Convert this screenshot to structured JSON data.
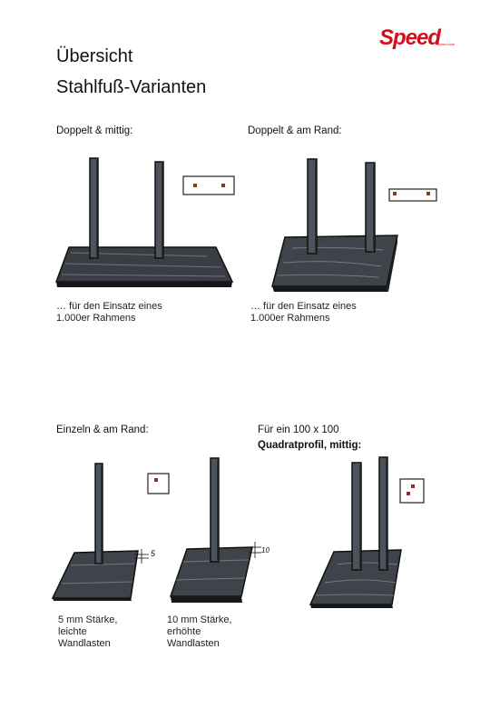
{
  "brand": {
    "name": "Speed",
    "sub": "Speed.com"
  },
  "page": {
    "title_line1": "Übersicht",
    "title_line2": "Stahlfuß-Varianten"
  },
  "variants": [
    {
      "label": "Doppelt & mittig:",
      "caption_line1": "… für den Einsatz eines",
      "caption_line2": "1.000er Rahmens"
    },
    {
      "label": "Doppelt & am Rand:",
      "caption_line1": "… für den Einsatz eines",
      "caption_line2": "1.000er Rahmens"
    },
    {
      "label": "Einzeln & am Rand:",
      "sub_a": {
        "dim": "5",
        "caption_line1": "5 mm Stärke,",
        "caption_line2": "leichte",
        "caption_line3": "Wandlasten"
      },
      "sub_b": {
        "dim": "10",
        "caption_line1": "10 mm Stärke,",
        "caption_line2": "erhöhte",
        "caption_line3": "Wandlasten"
      }
    },
    {
      "label_line1": "Für ein 100 x 100",
      "label_line2": "Quadratprofil, mittig:"
    }
  ]
}
